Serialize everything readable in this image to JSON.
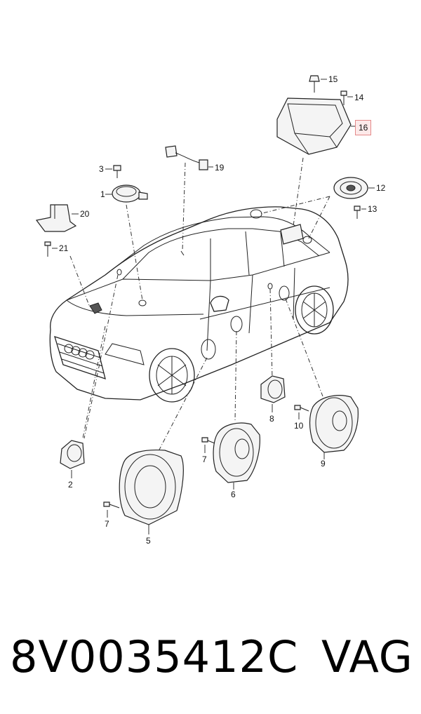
{
  "callouts": {
    "c1": "1",
    "c2": "2",
    "c3": "3",
    "c5": "5",
    "c6": "6",
    "c7a": "7",
    "c7b": "7",
    "c8": "8",
    "c9": "9",
    "c10": "10",
    "c12": "12",
    "c13": "13",
    "c14": "14",
    "c15": "15",
    "c16": "16",
    "c19": "19",
    "c20": "20",
    "c21": "21"
  },
  "footer": {
    "part_number": "8V0035412C",
    "brand": "VAG"
  },
  "colors": {
    "highlight_border": "#e48a8a",
    "highlight_fill": "#fde9e9"
  }
}
